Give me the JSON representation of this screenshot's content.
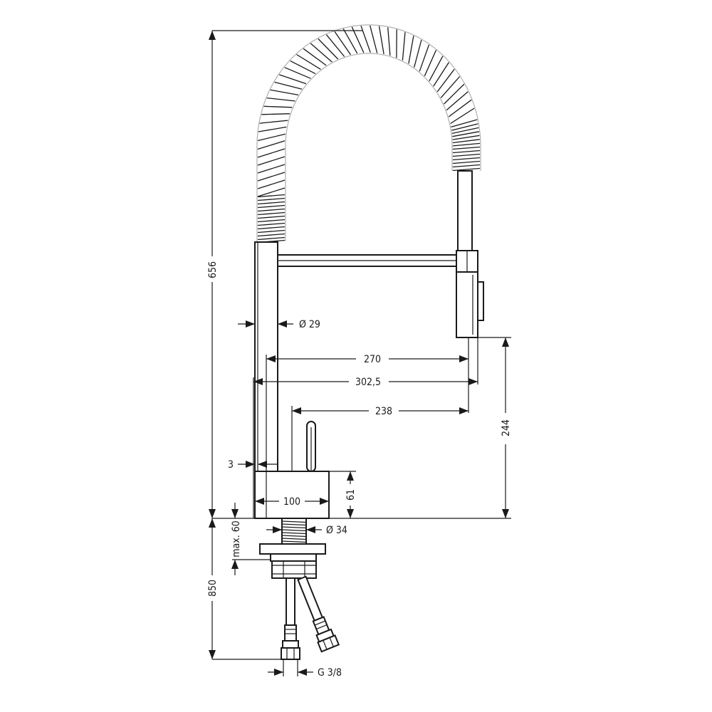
{
  "dimensions": {
    "total_height": "656",
    "spout_diameter": "Ø 29",
    "spout_reach_inner": "270",
    "spout_reach_outer": "302,5",
    "lever_to_spout": "238",
    "spout_height": "244",
    "wall_offset": "3",
    "base_width": "100",
    "base_height": "61",
    "shank_diameter": "Ø 34",
    "max_mounting": "max. 60",
    "hose_length": "850",
    "connection_thread": "G 3/8"
  }
}
